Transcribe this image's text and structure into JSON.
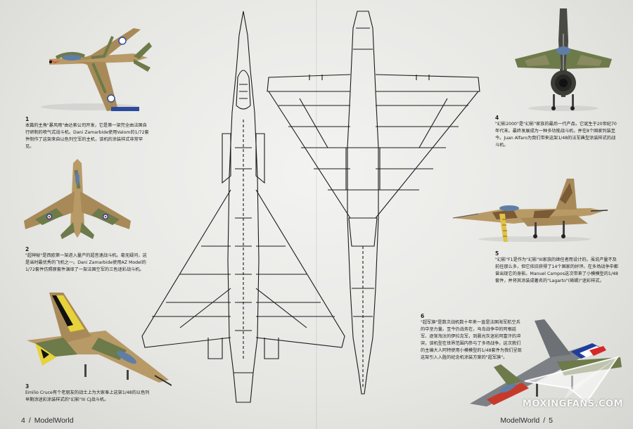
{
  "captions": [
    {
      "num": "1",
      "text": "本篇的主角\"暴风雨\"由达索公司开发，它是第一架完全由法国自行研制的喷气式战斗机。Dani Zamarbide使用Valom的1/72套件制作了这架来自以色列空军的主机，该机的涂装样式非常罕见。"
    },
    {
      "num": "2",
      "text": "\"超神秘\"是西欧第一架进入量产的超音速战斗机。毫无疑问，这是当时最优秀的飞机之一。Dani Zamarbide使用AZ Model的1/72套件仿照原套件演绎了一架法国空军的三色迷彩战斗机。"
    },
    {
      "num": "3",
      "text": "Emilio Cruce有个老朋友的战士上为大家奉上这架1/48的以色列早期涂迷彩涂装样式的\"幻影\"III CJ战斗机。"
    },
    {
      "num": "4",
      "text": "\"幻影2000\"是\"幻影\"家族的最后一代产品，它诞生于20世纪70年代末。最终发展成为一种多功能战斗机，并在8个国家列装至今。Juan Alfaro为我们带来这架1/48的法军典型涂装样式的战斗机。"
    },
    {
      "num": "5",
      "text": "\"幻影\"F1是作为\"幻影\"III家族的继任者而设计的。虽说产量不及前任那么多，但它依旧获得了14个国家的好评。在多场战争中都曾出现它的身影。Manuel Campos这次带来了小模模型的1/48套件，并将其涂装成著名的\"Lagarto\"(蜥蜴)\"迷彩样式。"
    },
    {
      "num": "6",
      "text": "\"超军旗\"是数次战机数十年来一直是法国海军航空兵的中坚力量。至今仍战务在，马岛战争中的阿根廷军、逐渐淘汰的伊拉克军，到晨光灰迷彩阿富汗的冲突，该机型在世界范围内参与了多场战争。这次我们的主编大人阿特使用小模模型的1/48套件为我们呈现这架引入入胜的纪念机涂装方案的\"超军旗\"。"
    }
  ],
  "folio": {
    "left_page": "4",
    "right_page": "5",
    "magazine": "ModelWorld",
    "separator": "/"
  },
  "watermark": {
    "text": "MOXINGFANS.COM"
  },
  "colors": {
    "background": "#e6e6e3",
    "text": "#1c1c1c",
    "camo_tan": "#b89a66",
    "camo_green": "#6d7a4a",
    "camo_brown": "#7b5a36",
    "israeli_blue": "#2b4a9c"
  },
  "icons": {
    "photo_1": "fouga-magister-model-icon",
    "photo_2": "super-mystere-model-icon",
    "photo_3": "mirage-iii-model-icon",
    "photo_4": "mirage-2000-model-icon",
    "photo_5": "mirage-f1-model-icon",
    "photo_6": "super-etendard-model-icon",
    "blueprint": "mirage-iii-two-view-blueprint"
  }
}
